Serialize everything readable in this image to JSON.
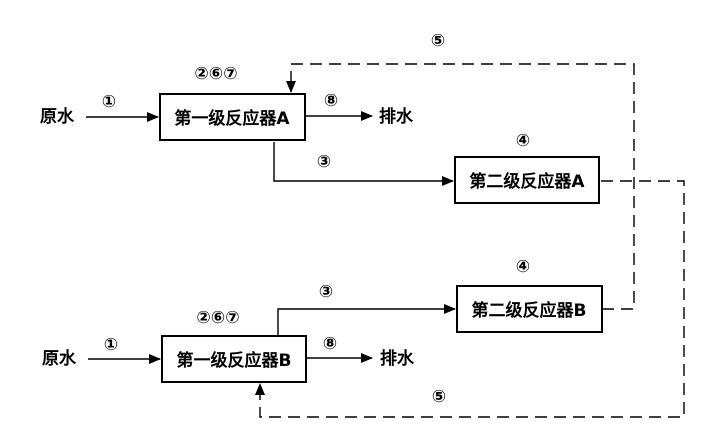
{
  "reactors": {
    "first_a": "第一级反应器A",
    "first_b": "第一级反应器B",
    "second_a": "第二级反应器A",
    "second_b": "第二级反应器B"
  },
  "labels": {
    "raw_water": "原水",
    "drain": "排水"
  },
  "markers": {
    "inflow": "①",
    "first_ops": "②⑥⑦",
    "transfer": "③",
    "second_ops": "④",
    "recycle": "⑤",
    "discharge": "⑧"
  }
}
